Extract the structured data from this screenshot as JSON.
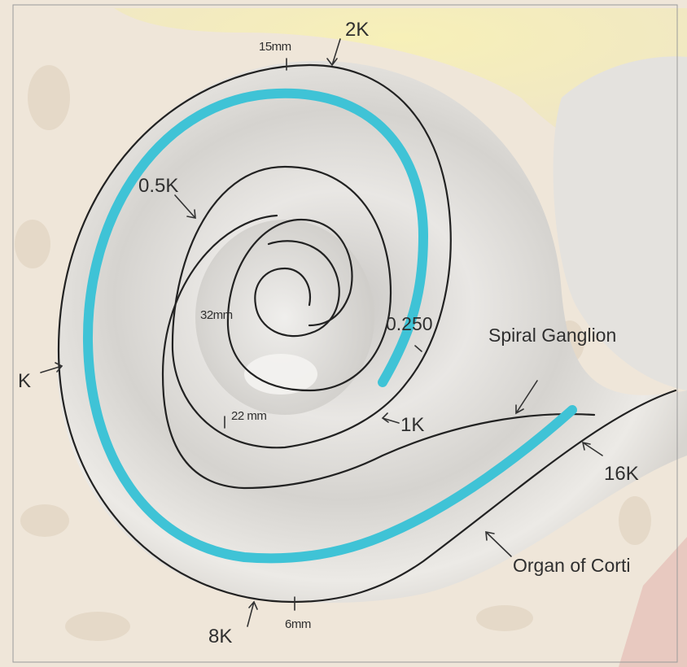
{
  "labels": {
    "freq_2k": "2K",
    "freq_05k": "0.5K",
    "freq_0250": "0.250",
    "freq_1k": "1K",
    "freq_16k": "16K",
    "freq_8k": "8K",
    "freq_k_left": "K",
    "dist_15mm": "15mm",
    "dist_32mm": "32mm",
    "dist_22mm": "22 mm",
    "dist_6mm": "6mm",
    "spiral_ganglion": "Spiral Ganglion",
    "organ_of_corti": "Organ of Corti"
  },
  "colors": {
    "electrode": "#3fc3d6",
    "background_bone": "#efe6d9",
    "cochlea": "#dedbd7",
    "nerve": "#f4ecb0",
    "outline": "#222222"
  }
}
